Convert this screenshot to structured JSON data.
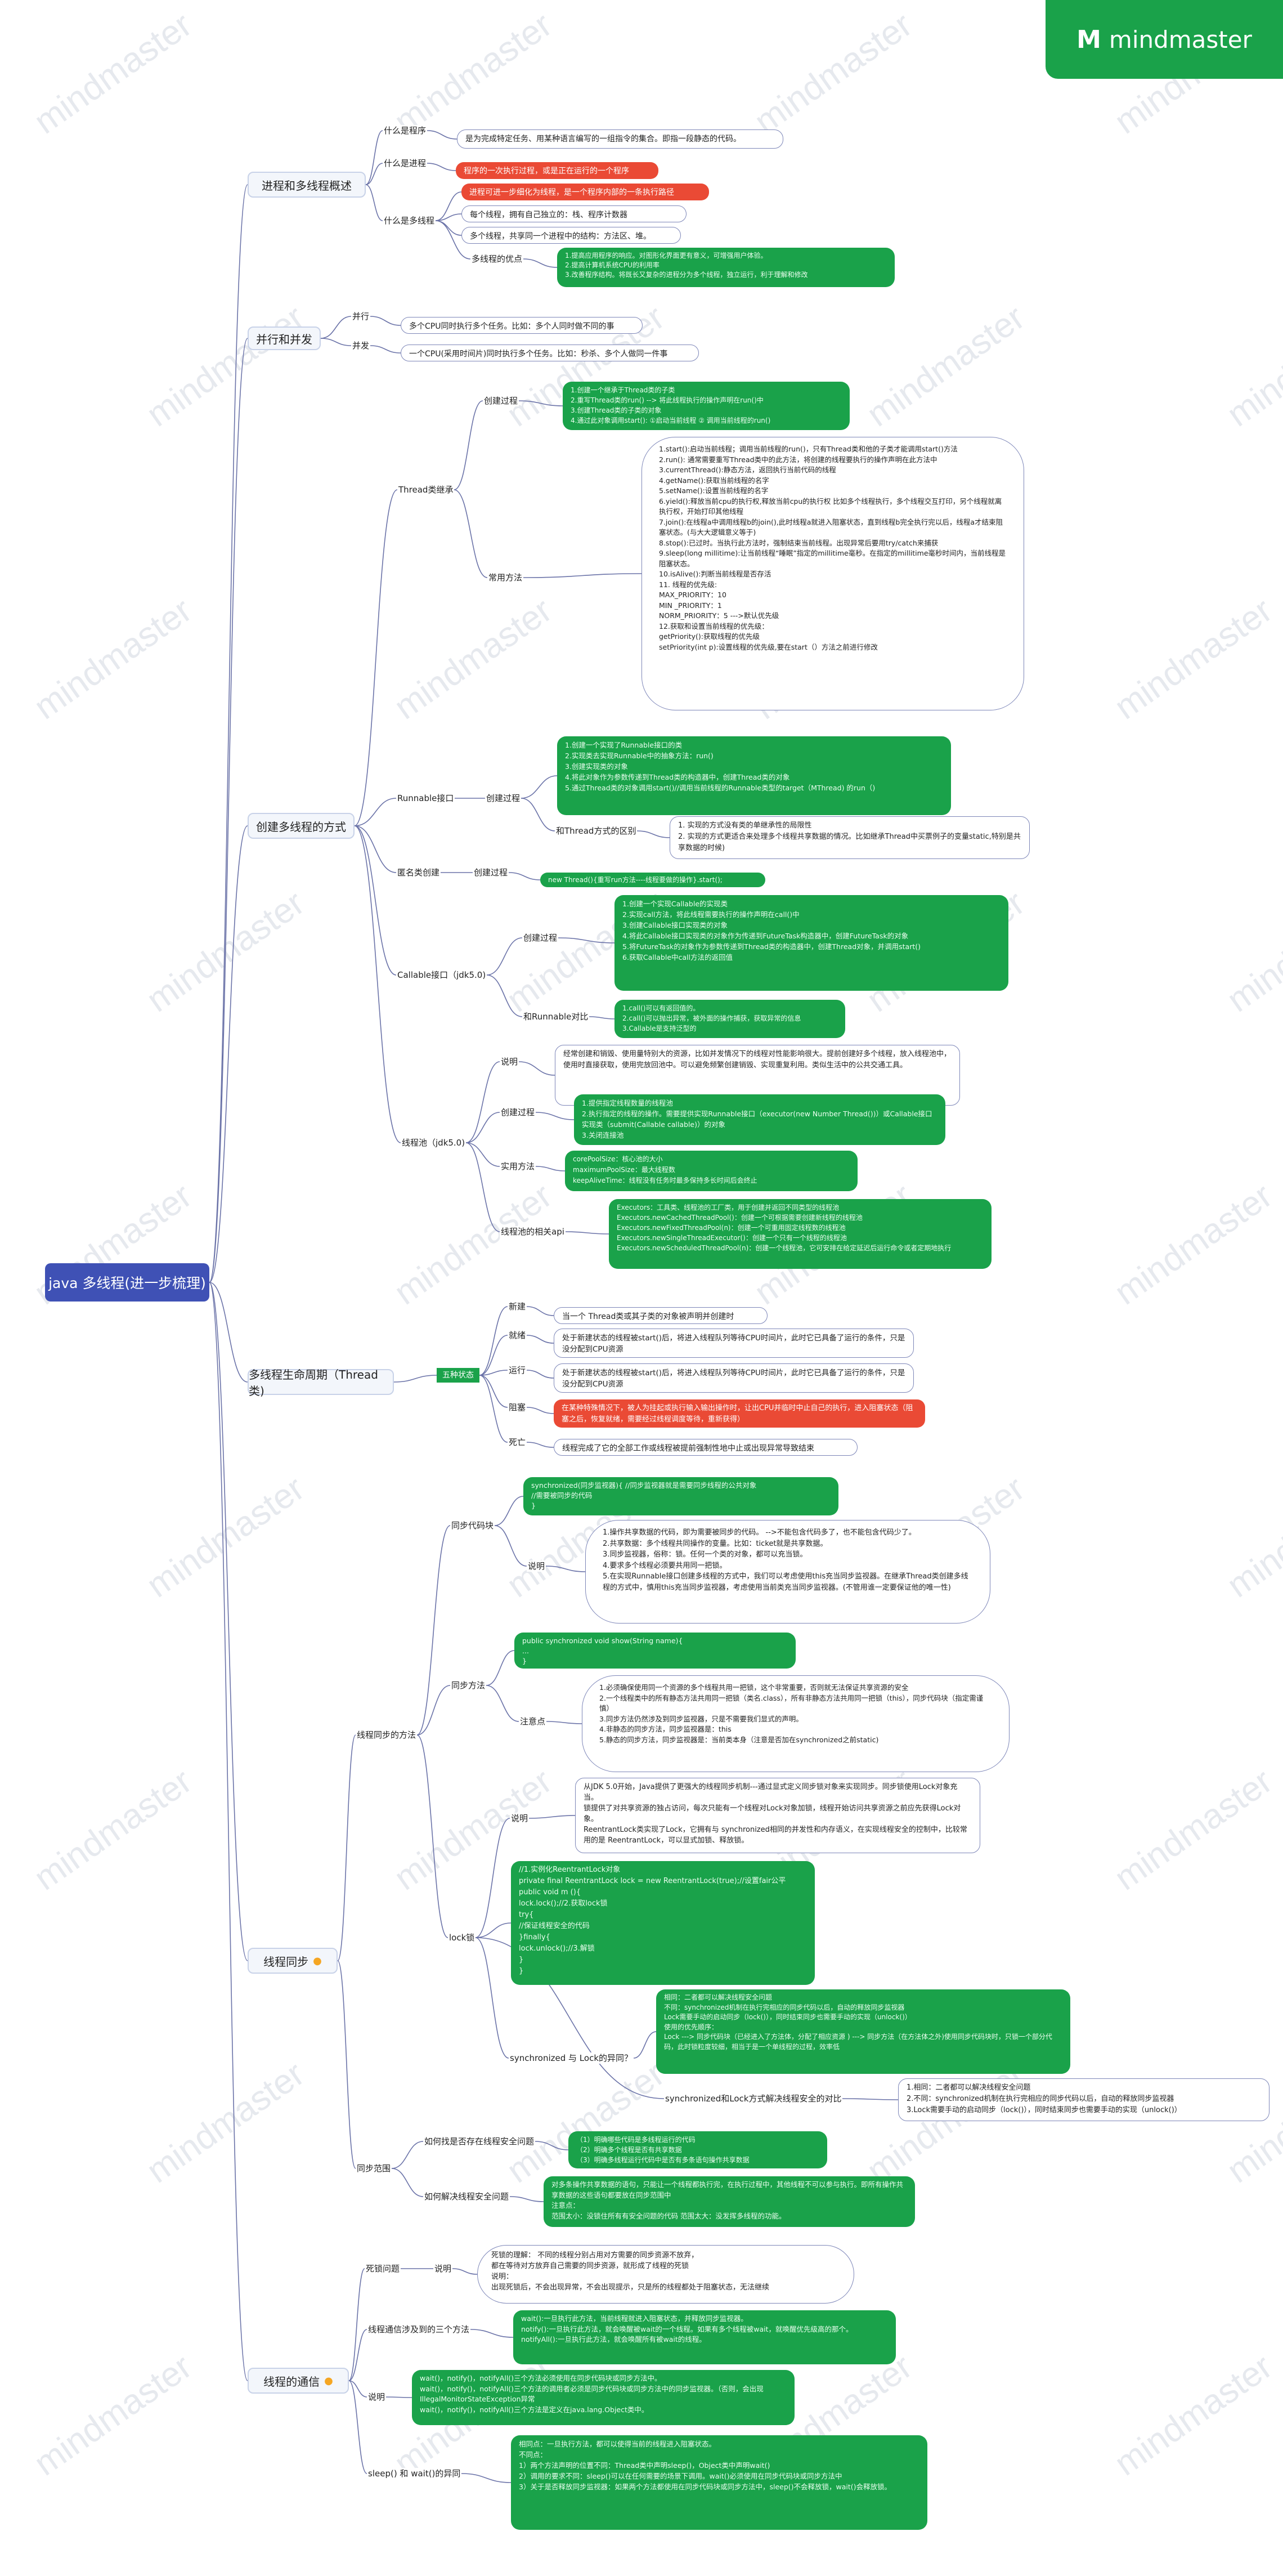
{
  "brand": {
    "logo_mark": "M",
    "name": "mindmaster",
    "watermark": "mindmaster"
  },
  "colors": {
    "root": "#3f51b5",
    "branch": "#f3f6fb",
    "green": "#1aa24a",
    "red": "#ea4a35",
    "line": "#6b73a8"
  },
  "root": "java 多线程(进一步梳理)",
  "topics": {
    "t1": "进程和多线程概述",
    "t2": "并行和并发",
    "t3": "创建多线程的方式",
    "t4": "多线程生命周期（Thread类)",
    "t5": "线程同步",
    "t6": "线程的通信"
  },
  "sec1": {
    "q1": "什么是程序",
    "q1_text": "是为完成特定任务、用某种语言编写的一组指令的集合。即指一段静态的代码。",
    "q2": "什么是进程",
    "q2_text": "程序的一次执行过程，或是正在运行的一个程序",
    "q3": "什么是多线程",
    "q3_a": "进程可进一步细化为线程，是一个程序内部的一条执行路径",
    "q3_b": "每个线程，拥有自己独立的：栈、程序计数器",
    "q3_c": "多个线程，共享同一个进程中的结构：方法区、堆。",
    "adv": "多线程的优点",
    "adv_text": "1.提高应用程序的响应。对图形化界面更有意义，可增强用户体验。\n2.提高计算机系统CPU的利用率\n3.改善程序结构。将既长又复杂的进程分为多个线程，独立运行，利于理解和修改"
  },
  "sec2": {
    "p": "并行",
    "p_text": "多个CPU同时执行多个任务。比如：多个人同时做不同的事",
    "c": "并发",
    "c_text": "一个CPU(采用时间片)同时执行多个任务。比如：秒杀、多个人做同一件事"
  },
  "sec3": {
    "thread_class": "Thread类继承",
    "create": "创建过程",
    "thread_create": "1.创建一个继承于Thread类的子类\n2.重写Thread类的run() --> 将此线程执行的操作声明在run()中\n3.创建Thread类的子类的对象\n4.通过此对象调用start(): ①启动当前线程 ② 调用当前线程的run()",
    "methods": "常用方法",
    "methods_text": "1.start():启动当前线程；调用当前线程的run()，只有Thread类和他的子类才能调用start()方法\n2.run(): 通常需要重写Thread类中的此方法，将创建的线程要执行的操作声明在此方法中\n3.currentThread():静态方法，返回执行当前代码的线程\n4.getName():获取当前线程的名字\n5.setName():设置当前线程的名字\n6.yield():释放当前cpu的执行权,释放当前cpu的执行权 比如多个线程执行，多个线程交互打印，另个线程就离执行权，开始打印其他线程\n7.join():在线程a中调用线程b的join(),此时线程a就进入阻塞状态，直到线程b完全执行完以后，线程a才结束阻塞状态。(与大大逻辑意义等于)\n8.stop():已过时。当执行此方法时，强制结束当前线程。出现异常后要用try/catch来捕获\n9.sleep(long millitime):让当前线程“睡眠”指定的millitime毫秒。在指定的millitime毫秒时间内，当前线程是阻塞状态。\n10.isAlive():判断当前线程是否存活\n11. 线程的优先级:\n    MAX_PRIORITY：10\n    MIN _PRIORITY：1\n    NORM_PRIORITY：5 --->默认优先级\n12.获取和设置当前线程的优先级：\ngetPriority():获取线程的优先级\nsetPriority(int p):设置线程的优先级,要在start（）方法之前进行修改",
    "runnable": "Runnable接口",
    "runnable_create": "1.创建一个实现了Runnable接口的类\n2.实现类去实现Runnable中的抽象方法：run()\n3.创建实现类的对象\n4.将此对象作为参数传递到Thread类的构造器中，创建Thread类的对象\n5.通过Thread类的对象调用start()//调用当前线程的Runnable类型的target（MThread) 的run（)",
    "diff": "和Thread方式的区别",
    "diff_text": "1. 实现的方式没有类的单继承性的局限性\n2. 实现的方式更适合来处理多个线程共享数据的情况。比如继承Thread中买票例子的变量static,特别是共享数据的时候)",
    "anon": "匿名类创建",
    "anon_text": "new Thread(){重写run方法----线程要做的操作}.start();",
    "callable": "Callable接口（jdk5.0)",
    "callable_create": "1.创建一个实现Callable的实现类\n2.实现call方法，将此线程需要执行的操作声明在call()中\n3.创建Callable接口实现类的对象\n4.将此Callable接口实现类的对象作为传递到FutureTask构造器中，创建FutureTask的对象\n5.将FutureTask的对象作为参数传递到Thread类的构造器中，创建Thread对象，并调用start()\n6.获取Callable中call方法的返回值",
    "vs_runnable": "和Runnable对比",
    "vs_runnable_text": "1.call()可以有返回值的。\n2.call()可以抛出异常，被外面的操作捕获，获取异常的信息\n3.Callable是支持泛型的",
    "pool": "线程池（jdk5.0)",
    "pool_desc": "说明",
    "pool_desc_text": "经常创建和销毁、使用量特别大的资源，比如并发情况下的线程对性能影响很大。提前创建好多个线程，放入线程池中，使用时直接获取，使用完放回池中。可以避免频繁创建销毁、实现重复利用。类似生活中的公共交通工具。",
    "pool_create": "创建过程",
    "pool_create_text": "1.提供指定线程数量的线程池\n2.执行指定的线程的操作。需要提供实现Runnable接口（executor(new Number Thread())）或Callable接口实现类（submit(Callable callable)）的对象\n3.关闭连接池",
    "pool_use": "实用方法",
    "pool_use_text": "corePoolSize：核心池的大小\nmaximumPoolSize：最大线程数\nkeepAliveTime：线程没有任务时最多保持多长时间后会终止",
    "pool_api": "线程池的相关api",
    "pool_api_text": "Executors：工具类、线程池的工厂类，用于创建并返回不同类型的线程池\nExecutors.newCachedThreadPool()：创建一个可根据需要创建新线程的线程池\nExecutors.newFixedThreadPool(n)：创建一个可重用固定线程数的线程池\nExecutors.newSingleThreadExecutor()：创建一个只有一个线程的线程池\nExecutors.newScheduledThreadPool(n)：创建一个线程池，它可安排在给定延迟后运行命令或者定期地执行"
  },
  "sec4": {
    "states": "五种状态",
    "new": "新建",
    "new_text": "当一个 Thread类或其子类的对象被声明并创建时",
    "ready": "就绪",
    "ready_text": "处于新建状态的线程被start()后，将进入线程队列等待CPU时间片，此时它已具备了运行的条件，只是没分配到CPU资源",
    "run": "运行",
    "run_text": "处于新建状态的线程被start()后，将进入线程队列等待CPU时间片，此时它已具备了运行的条件，只是没分配到CPU资源",
    "block": "阻塞",
    "block_text": "在某种特殊情况下，被人为挂起或执行输入输出操作时，让出CPU并临时中止自己的执行，进入阻塞状态（阻塞之后，恢复就绪，需要经过线程调度等待，重新获得）",
    "dead": "死亡",
    "dead_text": "线程完成了它的全部工作或线程被提前强制性地中止或出现异常导致结束"
  },
  "sec5": {
    "methods": "线程同步的方法",
    "block": "同步代码块",
    "block_code": "synchronized(同步监视器){ //同步监视器就是需要同步线程的公共对象\n    //需要被同步的代码\n}",
    "block_desc": "说明",
    "block_desc_text": "1.操作共享数据的代码，即为需要被同步的代码。 -->不能包含代码多了，也不能包含代码少了。\n2.共享数据：多个线程共同操作的变量。比如：ticket就是共享数据。\n3.同步监视器，俗称：锁。任何一个类的对象，都可以充当锁。\n4.要求多个线程必须要共用同一把锁。\n5.在实现Runnable接口创建多线程的方式中，我们可以考虑使用this充当同步监视器。在继承Thread类创建多线程的方式中，慎用this充当同步监视器，考虑使用当前类充当同步监视器。(不管用谁一定要保证他的唯一性)",
    "method": "同步方法",
    "method_code": "public synchronized void show(String name){\n    ...\n}",
    "method_note": "注意点",
    "method_note_text": "1.必须确保使用同一个资源的多个线程共用一把锁，这个非常重要，否则就无法保证共享资源的安全\n2.一个线程类中的所有静态方法共用同一把锁（类名.class），所有非静态方法共用同一把锁（this），同步代码块（指定需谨慎）\n3.同步方法仍然涉及到同步监视器，只是不需要我们显式的声明。\n4.非静态的同步方法，同步监视器是：this\n5.静态的同步方法，同步监视器是：当前类本身（注意是否加在synchronized之前static)",
    "lock": "lock锁",
    "lock_desc": "说明",
    "lock_desc_text": "从JDK 5.0开始，Java提供了更强大的线程同步机制---通过显式定义同步锁对象来实现同步。同步锁使用Lock对象充当。\n锁提供了对共享资源的独占访问，每次只能有一个线程对Lock对象加锁，线程开始访问共享资源之前应先获得Lock对象。\nReentrantLock类实现了Lock，它拥有与 synchronized相同的并发性和内存语义，在实现线程安全的控制中，比较常用的是 ReentrantLock，可以显式加锁、释放锁。",
    "lock_code": "//1.实例化ReentrantLock对象\n  private final ReentrantLock lock = new ReentrantLock(true);//设置fair公平\n  public void m (){\n      lock.lock();//2.获取lock锁\n      try{\n        //保证线程安全的代码\n      }finally{\n        lock.unlock();//3.解锁\n      }\n  }",
    "sync_vs_lock": "synchronized 与 Lock的异同？",
    "sync_vs_lock_text": "相同：二者都可以解决线程安全问题\n不同：synchronized机制在执行完相应的同步代码以后，自动的释放同步监视器\nLock需要手动的启动同步（lock()），同时结束同步也需要手动的实现（unlock()）\n使用的优先顺序：\nLock ---> 同步代码块（已经进入了方法体，分配了相应资源 ) ---> 同步方法（在方法体之外)使用同步代码块时，只锁一个部分代码，此时锁粒度较细，相当于是一个单线程的过程，效率低",
    "compare": "synchronized和Lock方式解决线程安全的对比",
    "compare_text": "1.相同：二者都可以解决线程安全问题\n2.不同：synchronized机制在执行完相应的同步代码以后，自动的释放同步监视器\n3.Lock需要手动的启动同步（lock()），同时结束同步也需要手动的实现（unlock()）",
    "scope": "同步范围",
    "find": "如何找是否存在线程安全问题",
    "find_text": "（1）明确哪些代码是多线程运行的代码\n（2）明确多个线程是否有共享数据\n（3）明确多线程运行代码中是否有多条语句操作共享数据",
    "solve": "如何解决线程安全问题",
    "solve_text": "对多条操作共享数据的语句，只能让一个线程都执行完，在执行过程中，其他线程不可以参与执行。即所有操作共享数据的这些语句都要放在同步范围中\n注意点：\n范围太小：没锁住所有有安全问题的代码 范围太大：没发挥多线程的功能。"
  },
  "sec6": {
    "deadlock": "死锁问题",
    "deadlock_desc": "说明",
    "deadlock_text": "死锁的理解：  不同的线程分别占用对方需要的同步资源不放弃，\n都在等待对方放弃自己需要的同步资源，就形成了线程的死锁\n说明：\n出现死锁后，不会出现异常，不会出现提示，只是所的线程都处于阻塞状态，无法继续",
    "three": "线程通信涉及到的三个方法",
    "three_text": "wait():一旦执行此方法，当前线程就进入阻塞状态，并释放同步监视器。\nnotify():一旦执行此方法，就会唤醒被wait的一个线程。如果有多个线程被wait，就唤醒优先级高的那个。\nnotifyAll():一旦执行此方法，就会唤醒所有被wait的线程。",
    "desc": "说明",
    "desc_text": "wait()，notify()，notifyAll()三个方法必须使用在同步代码块或同步方法中。\nwait()，notify()，notifyAll()三个方法的调用者必须是同步代码块或同步方法中的同步监视器。（否则，会出现IllegalMonitorStateException异常\nwait()，notify()，notifyAll()三个方法是定义在java.lang.Object类中。",
    "sleep": "sleep() 和 wait()的异同",
    "sleep_text": "相同点：一旦执行方法，都可以使得当前的线程进入阻塞状态。\n不同点：\n1）两个方法声明的位置不同：Thread类中声明sleep()，Object类中声明wait()\n2）调用的要求不同：sleep()可以在任何需要的场景下调用。wait()必须使用在同步代码块或同步方法中\n3）关于是否释放同步监视器：如果两个方法都使用在同步代码块或同步方法中，sleep()不会释放锁，wait()会释放锁。"
  }
}
